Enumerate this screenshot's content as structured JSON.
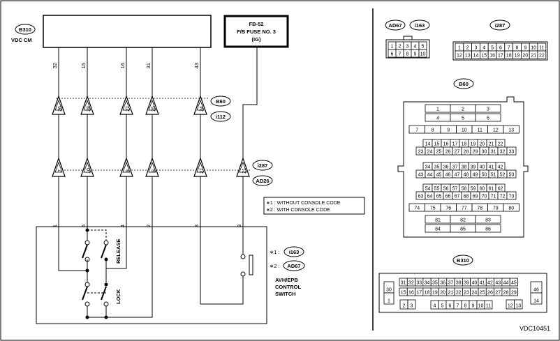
{
  "figure_id": "VDC10451",
  "vdc_cm": {
    "connector": "B310",
    "name": "VDC CM",
    "pins": [
      "32",
      "15",
      "16",
      "31",
      "43"
    ]
  },
  "fuse": {
    "line1": "FB-52",
    "line2": "F/B FUSE NO. 3",
    "line3": "(IG)"
  },
  "conn_b60": {
    "label": "B60",
    "pins": [
      "26",
      "28",
      "27",
      "25",
      "24"
    ]
  },
  "conn_i112": {
    "label": "i112"
  },
  "conn_i287": {
    "label": "i287",
    "pins": [
      "7",
      "10",
      "9",
      "8",
      "27",
      "21"
    ]
  },
  "conn_ad26": {
    "label": "AD26"
  },
  "switch_pins": [
    "1",
    "5",
    "4",
    "2",
    "8",
    "3"
  ],
  "notes": {
    "n1": "∗1 : WITHOUT CONSOLE CODE",
    "n2": "∗2 : WITH CONSOLE CODE"
  },
  "switch": {
    "star1": "∗1 :",
    "conn1": "i163",
    "star2": "∗2 :",
    "conn2": "AD67",
    "name1": "AVH/EPB",
    "name2": "CONTROL",
    "name3": "SWITCH",
    "release": "RELEASE",
    "lock": "LOCK"
  },
  "views": {
    "ad67": "AD67",
    "i163": "i163",
    "ad67_pins": [
      [
        "1",
        "2",
        "3",
        "4",
        "5"
      ],
      [
        "6",
        "7",
        "8",
        "9",
        "10"
      ]
    ],
    "i287": "i287",
    "i287_pins": [
      [
        "1",
        "2",
        "3",
        "4",
        "5",
        "6",
        "7",
        "8",
        "9",
        "10",
        "11"
      ],
      [
        "12",
        "13",
        "14",
        "15",
        "16",
        "17",
        "18",
        "19",
        "20",
        "21",
        "22"
      ]
    ],
    "b60": "B60",
    "b60_rows": [
      [
        "1",
        "2",
        "3"
      ],
      [
        "4",
        "5",
        "6"
      ],
      [
        "7",
        "8",
        "9",
        "10",
        "11",
        "12",
        "13"
      ],
      [
        "14",
        "15",
        "16",
        "17",
        "18",
        "19",
        "20",
        "21",
        "22"
      ],
      [
        "23",
        "24",
        "25",
        "26",
        "27",
        "28",
        "29",
        "30",
        "31",
        "32",
        "33"
      ],
      [
        "34",
        "35",
        "36",
        "37",
        "38",
        "39",
        "40",
        "41",
        "42"
      ],
      [
        "43",
        "44",
        "45",
        "46",
        "47",
        "48",
        "49",
        "50",
        "51",
        "52",
        "53"
      ],
      [
        "54",
        "55",
        "56",
        "57",
        "58",
        "59",
        "60",
        "61",
        "62"
      ],
      [
        "63",
        "64",
        "65",
        "66",
        "67",
        "68",
        "69",
        "70",
        "71",
        "72",
        "73"
      ],
      [
        "74",
        "75",
        "76",
        "77",
        "78",
        "79",
        "80"
      ],
      [
        "81",
        "82",
        "83"
      ],
      [
        "84",
        "85",
        "86"
      ]
    ],
    "b310": "B310",
    "b310_top": [
      "31",
      "32",
      "33",
      "34",
      "35",
      "36",
      "37",
      "38",
      "39",
      "40",
      "41",
      "42",
      "43",
      "44",
      "45"
    ],
    "b310_mid": [
      "15",
      "16",
      "17",
      "18",
      "19",
      "20",
      "21",
      "22",
      "23",
      "24",
      "25",
      "26",
      "27",
      "28",
      "29"
    ],
    "b310_bot": [
      "4",
      "5",
      "6",
      "7",
      "8",
      "9",
      "10",
      "11"
    ],
    "b310_left": [
      "30",
      "1"
    ],
    "b310_23": [
      "2",
      "3"
    ],
    "b310_1213": [
      "12",
      "13"
    ],
    "b310_right": [
      "46",
      "14"
    ]
  }
}
